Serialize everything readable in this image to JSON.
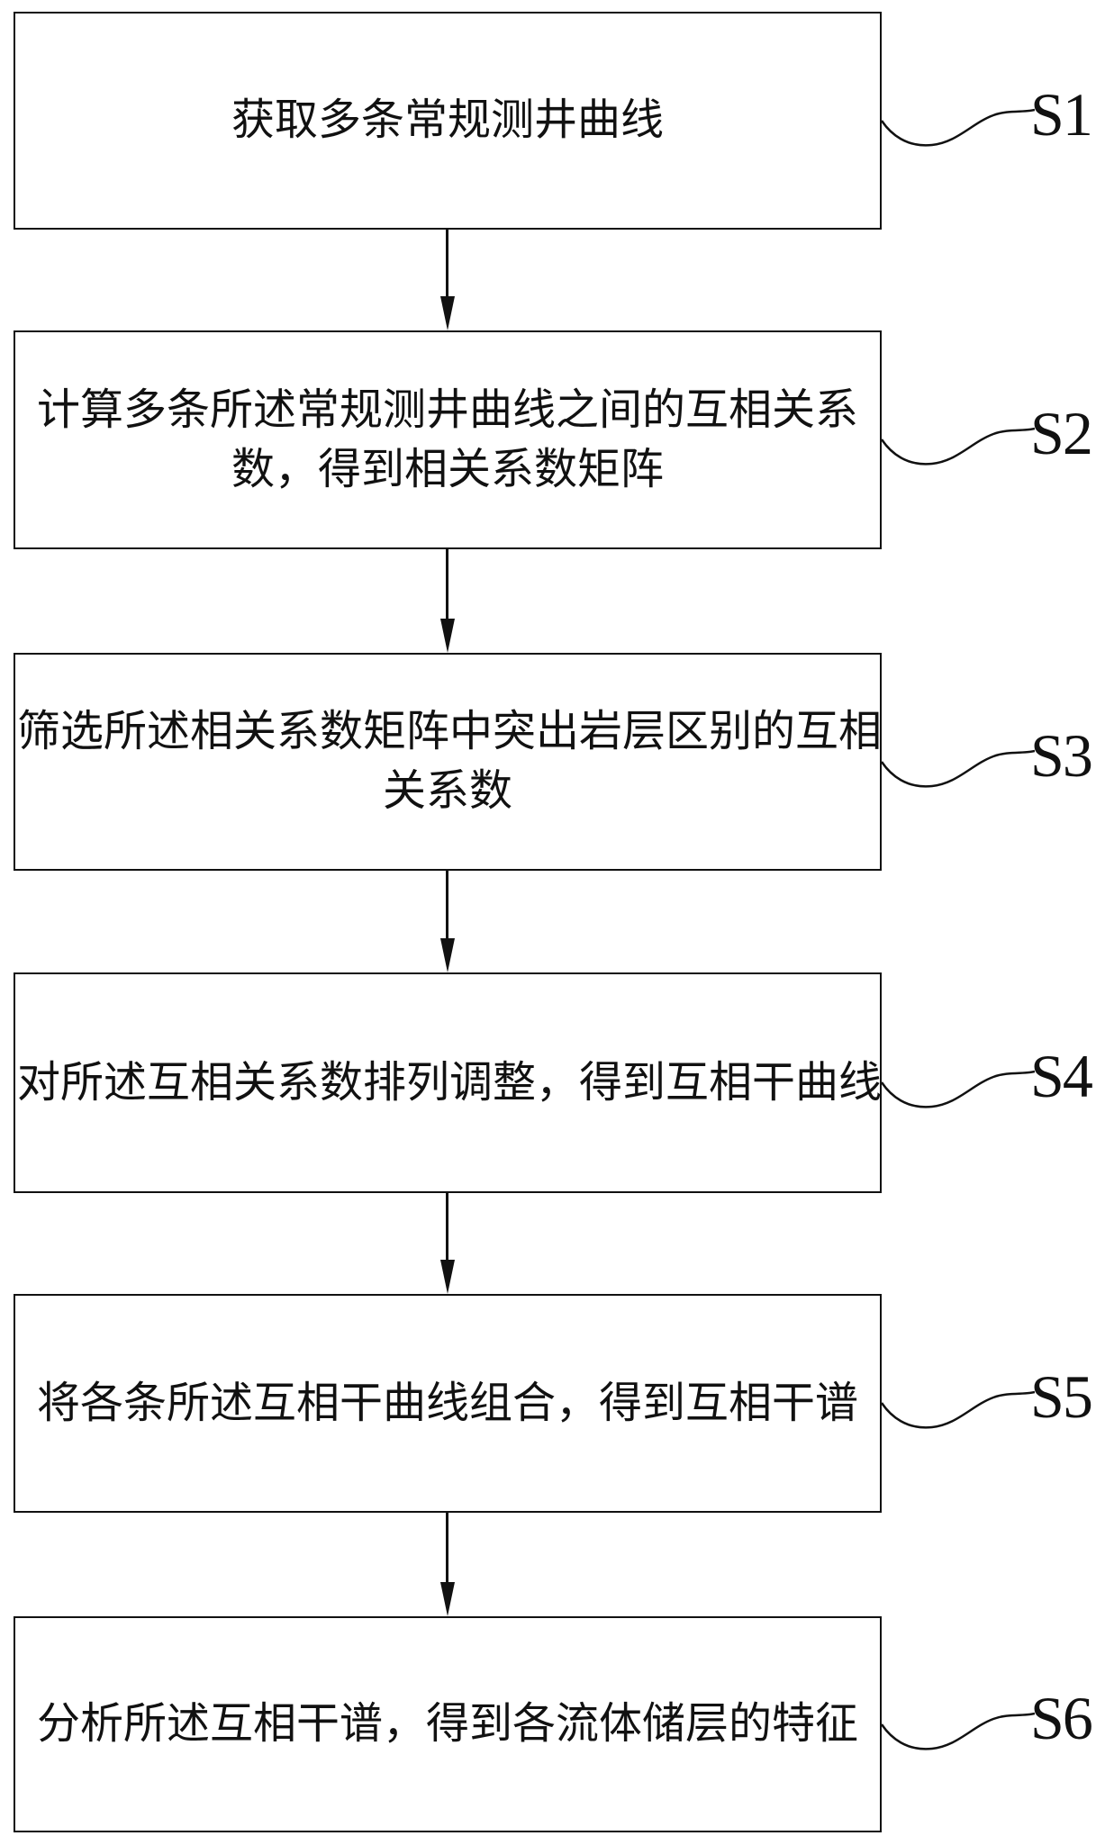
{
  "colors": {
    "ink": "#111111",
    "background": "#ffffff"
  },
  "steps": [
    {
      "label": "S1",
      "lines": [
        "获取多条常规测井曲线",
        ""
      ]
    },
    {
      "label": "S2",
      "lines": [
        "计算多条所述常规测井曲线之间的互相关系",
        "数，得到相关系数矩阵"
      ]
    },
    {
      "label": "S3",
      "lines": [
        "筛选所述相关系数矩阵中突出岩层区别的互相",
        "关系数"
      ]
    },
    {
      "label": "S4",
      "lines": [
        "对所述互相关系数排列调整，得到互相干曲线",
        ""
      ]
    },
    {
      "label": "S5",
      "lines": [
        "将各条所述互相干曲线组合，得到互相干谱",
        ""
      ]
    },
    {
      "label": "S6",
      "lines": [
        "分析所述互相干谱，得到各流体储层的特征",
        ""
      ]
    }
  ]
}
